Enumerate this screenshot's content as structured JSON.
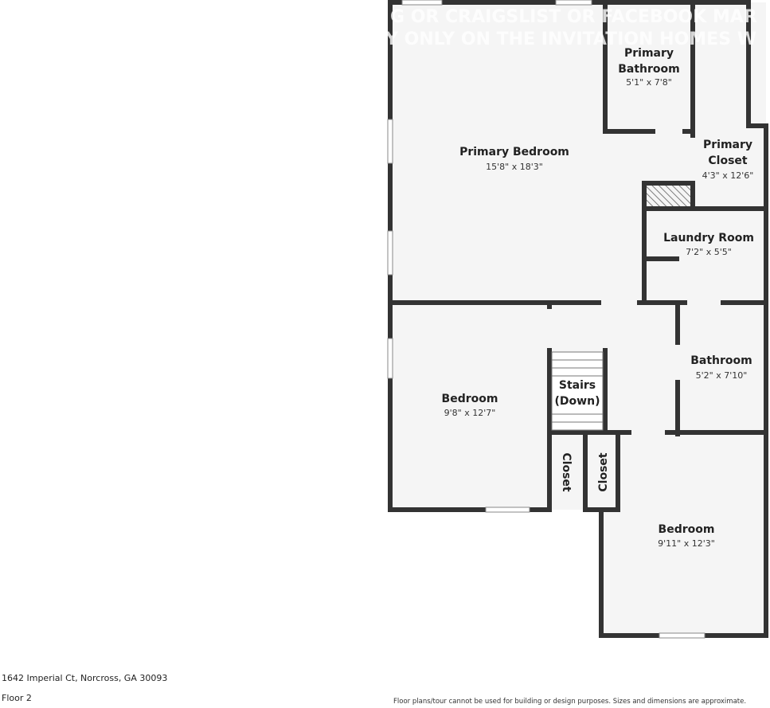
{
  "watermark": [
    "G OR CRAIGSLIST OR FACEBOOK MAR",
    "Y ONLY ON THE INVITATION HOMES W"
  ],
  "rooms": [
    {
      "name": "Primary Bedroom",
      "dim": "15'8\" x 18'3\""
    },
    {
      "name": "Primary Bathroom",
      "dim": "5'1\" x 7'8\""
    },
    {
      "name": "Primary Closet",
      "dim": "4'3\" x 12'6\""
    },
    {
      "name": "Laundry Room",
      "dim": "7'2\" x 5'5\""
    },
    {
      "name": "Bathroom",
      "dim": "5'2\" x 7'10\""
    },
    {
      "name": "Stairs (Down)"
    },
    {
      "name": "Bedroom",
      "dim": "9'8\" x 12'7\""
    },
    {
      "name": "Bedroom",
      "dim": "9'11\" x 12'3\""
    },
    {
      "name": "Closet"
    },
    {
      "name": "Closet"
    }
  ],
  "address": "1642 Imperial Ct, Norcross, GA 30093",
  "floor": "Floor 2",
  "disclaimer": "Floor plans/tour cannot be used for building or design purposes. Sizes and dimensions are approximate."
}
